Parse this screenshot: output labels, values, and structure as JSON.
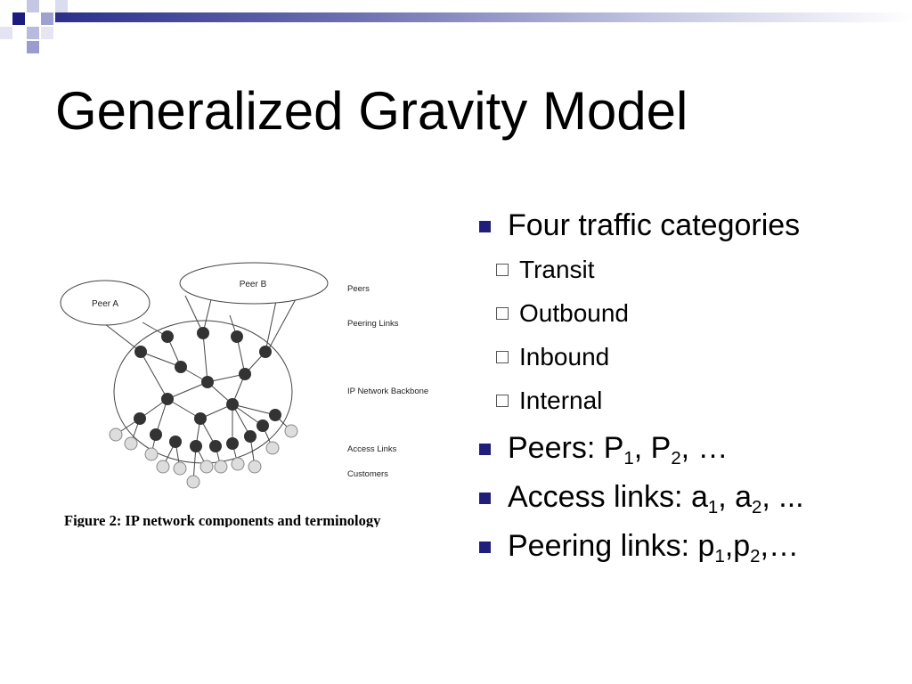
{
  "slide": {
    "title": "Generalized Gravity Model"
  },
  "figure": {
    "peer_a": "Peer A",
    "peer_b": "Peer B",
    "labels": {
      "peers": "Peers",
      "peering_links": "Peering Links",
      "backbone": "IP Network Backbone",
      "access_links": "Access Links",
      "customers": "Customers"
    },
    "caption": "Figure 2: IP network components and terminology"
  },
  "bullets": {
    "b1": "Four traffic categories",
    "sub": [
      "Transit",
      "Outbound",
      "Inbound",
      "Internal"
    ],
    "b2_prefix": "Peers: P",
    "b2_sub1": "1",
    "b2_mid": ", P",
    "b2_sub2": "2",
    "b2_suffix": ", …",
    "b3_prefix": "Access links: a",
    "b3_sub1": "1",
    "b3_mid": ", a",
    "b3_sub2": "2",
    "b3_suffix": ", ...",
    "b4_prefix": "Peering links: p",
    "b4_sub1": "1",
    "b4_mid": ",p",
    "b4_sub2": "2",
    "b4_suffix": ",…"
  },
  "colors": {
    "bullet": "#1f1f7a",
    "bar_dark": "#2b2f8a"
  }
}
